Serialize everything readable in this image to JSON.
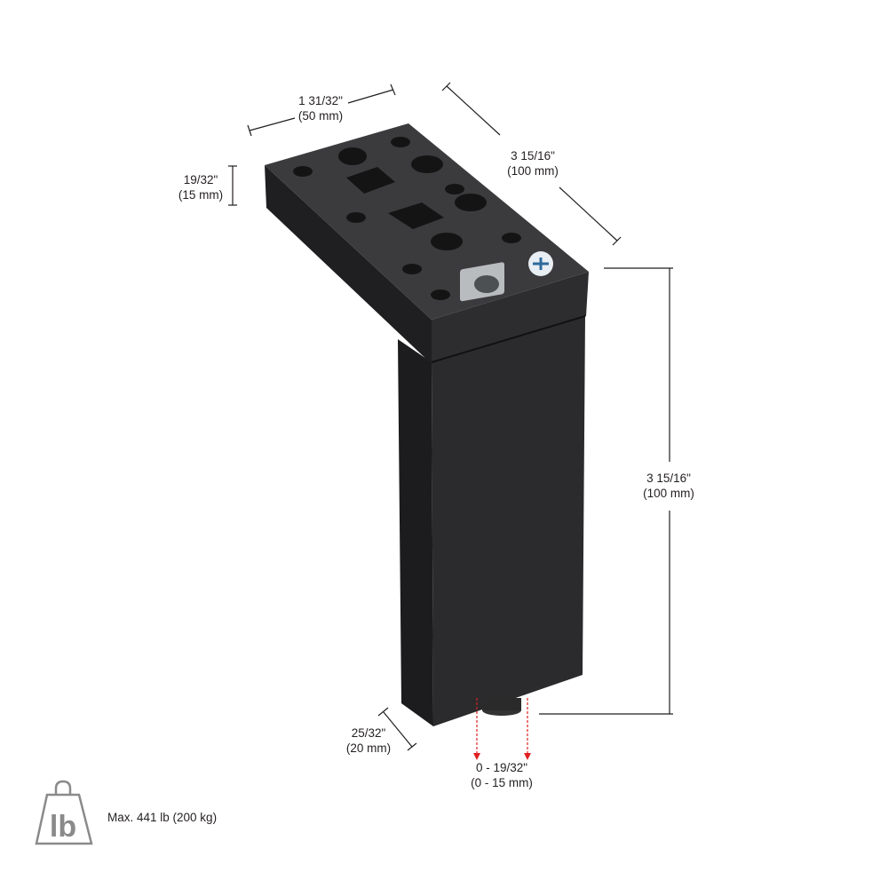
{
  "dimensions": {
    "plate_width": {
      "imperial": "1 31/32\"",
      "metric": "(50 mm)"
    },
    "plate_length": {
      "imperial": "3 15/16\"",
      "metric": "(100 mm)"
    },
    "plate_thickness": {
      "imperial": "19/32\"",
      "metric": "(15 mm)"
    },
    "leg_height": {
      "imperial": "3 15/16\"",
      "metric": "(100 mm)"
    },
    "leg_width": {
      "imperial": "25/32\"",
      "metric": "(20 mm)"
    },
    "leveler_adjustment": {
      "imperial": "0 - 19/32\"",
      "metric": "(0 - 15 mm)"
    }
  },
  "load": {
    "icon_text": "lb",
    "caption": "Max. 441 lb (200 kg)"
  },
  "colors": {
    "body": "#2a2a2c",
    "dimension_line": "#231f20",
    "arrow": "#e02020",
    "icon": "#8a8a8a"
  }
}
